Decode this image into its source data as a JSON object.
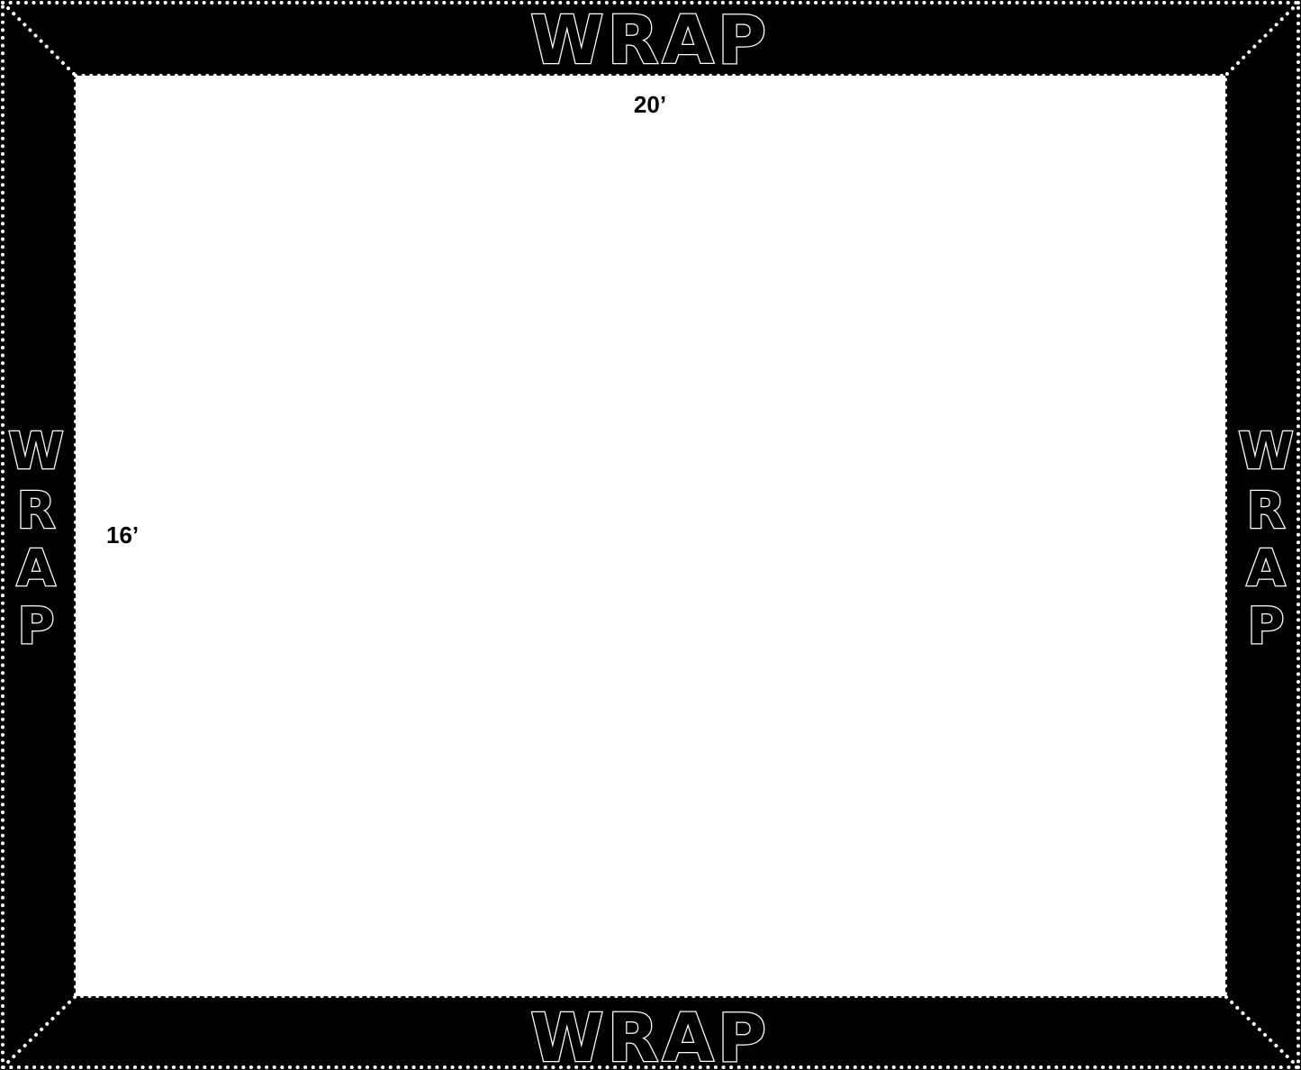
{
  "wrap_label": "WRAP",
  "width_label": "20’",
  "height_label": "16’",
  "colors": {
    "wrap_band": "#000000",
    "stitch": "#ffffff",
    "canvas": "#ffffff",
    "text": "#000000"
  }
}
